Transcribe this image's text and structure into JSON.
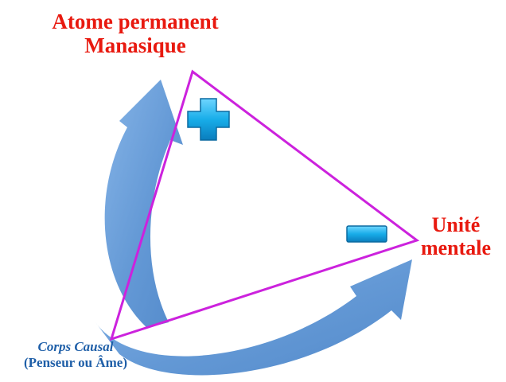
{
  "colors": {
    "arrow": "#5b93d3",
    "arrow_shadow": "#3f74b8",
    "triangle": "#cc22dd",
    "top_label": "#e8190f",
    "right_label": "#e8190f",
    "bottom_label": "#1f5fa8",
    "sign": "#14a9e8"
  },
  "nodes": {
    "top": {
      "line1": "Atome permanent",
      "line2": "Manasique"
    },
    "right": {
      "line1": "Unité",
      "line2": "mentale"
    },
    "bottom": {
      "line1": "Corps Causal",
      "line2": "(Penseur ou Âme)"
    }
  },
  "signs": {
    "plus_icon": "plus-icon",
    "minus_icon": "minus-icon"
  }
}
